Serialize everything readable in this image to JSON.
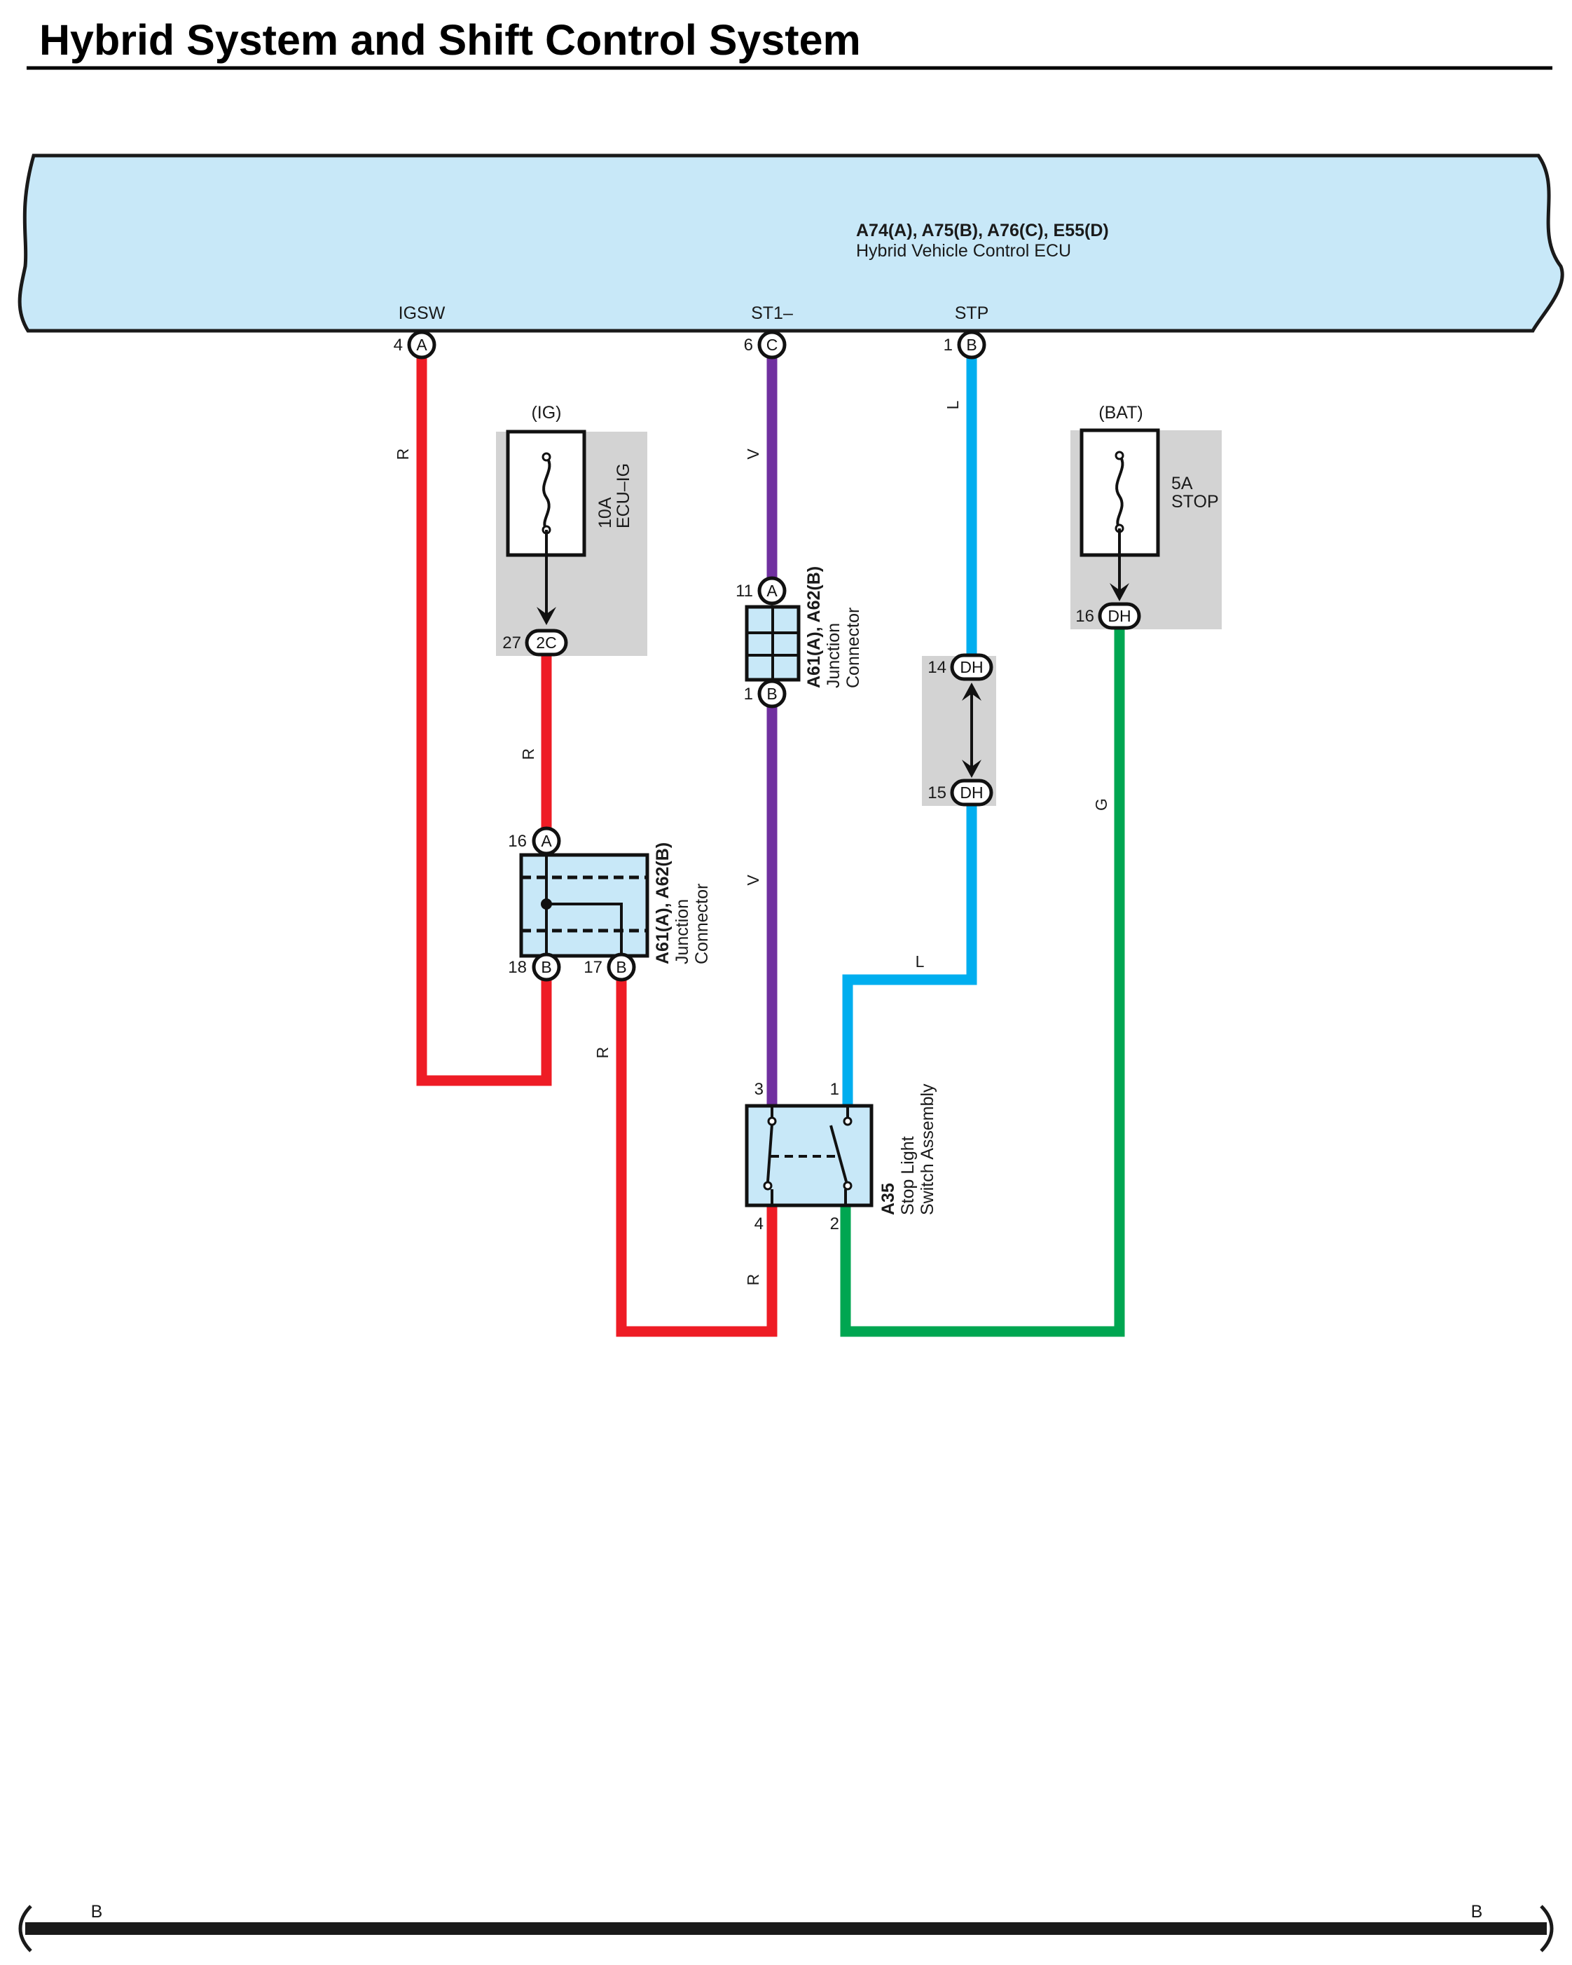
{
  "title": "Hybrid System and Shift Control System",
  "ecu": {
    "part": "A74(A), A75(B), A76(C), E55(D)",
    "name": "Hybrid Vehicle Control ECU",
    "signals": [
      "IGSW",
      "ST1–",
      "STP"
    ],
    "pins": [
      {
        "num": "4",
        "letter": "A"
      },
      {
        "num": "6",
        "letter": "C"
      },
      {
        "num": "1",
        "letter": "B"
      }
    ]
  },
  "fuse_ig": {
    "header": "(IG)",
    "rating": "10A",
    "name": "ECU–IG",
    "pin_num": "27",
    "pin_letter": "2C"
  },
  "fuse_bat": {
    "header": "(BAT)",
    "rating": "5A",
    "name": "STOP",
    "pin_num": "16",
    "pin_letter": "DH"
  },
  "junction_upper": {
    "part": "A61(A), A62(B)",
    "line1": "Junction",
    "line2": "Connector",
    "pins": [
      {
        "num": "11",
        "letter": "A"
      },
      {
        "num": "1",
        "letter": "B"
      }
    ]
  },
  "junction_lower": {
    "part": "A61(A), A62(B)",
    "line1": "Junction",
    "line2": "Connector",
    "pins": [
      {
        "num": "16",
        "letter": "A"
      },
      {
        "num": "18",
        "letter": "B"
      },
      {
        "num": "17",
        "letter": "B"
      }
    ]
  },
  "inline_connector": {
    "pins": [
      {
        "num": "14",
        "letter": "DH"
      },
      {
        "num": "15",
        "letter": "DH"
      }
    ]
  },
  "stop_switch": {
    "part": "A35",
    "line1": "Stop Light",
    "line2": "Switch Assembly",
    "pins": [
      "3",
      "1",
      "4",
      "2"
    ]
  },
  "wire_labels": {
    "red": "R",
    "violet": "V",
    "blue": "L",
    "green": "G"
  },
  "footer": {
    "left": "B",
    "right": "B"
  },
  "colors": {
    "red": "#ee1c25",
    "violet": "#7030a0",
    "blue": "#00aeef",
    "green": "#00a651",
    "ecu_fill": "#c8e8f8",
    "fuse_bg": "#d3d3d3",
    "connector_fill": "#c8e8f8"
  }
}
